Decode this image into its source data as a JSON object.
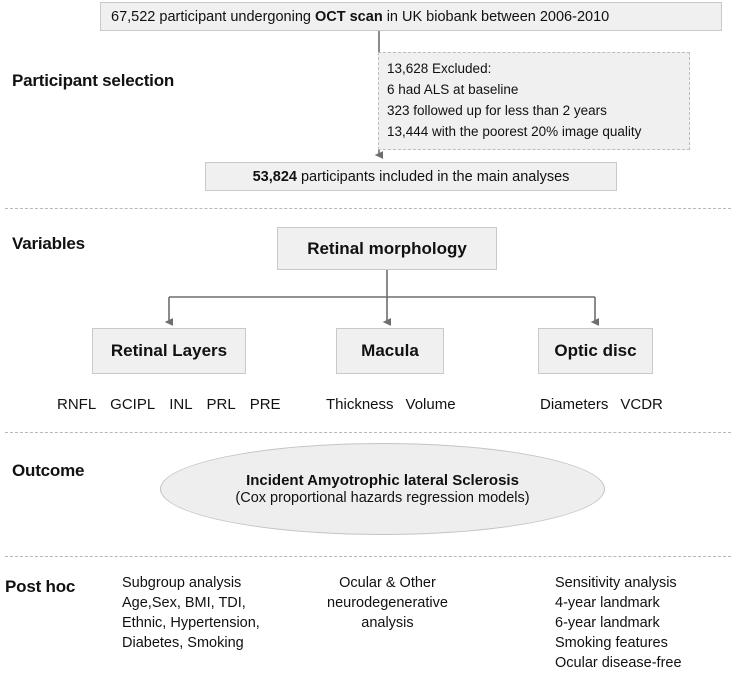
{
  "section_labels": {
    "participant_selection": "Participant selection",
    "variables": "Variables",
    "outcome": "Outcome",
    "post_hoc": "Post hoc"
  },
  "participant_selection": {
    "cohort_box": {
      "count": "67,522",
      "text_before_bold": " participant undergoning ",
      "bold": "OCT scan",
      "text_after_bold": " in UK biobank between 2006-2010"
    },
    "excluded_box": {
      "lines": [
        "13,628 Excluded:",
        "6 had ALS at baseline",
        "323 followed up for less than 2 years",
        "13,444 with the poorest 20% image quality"
      ]
    },
    "included_box": {
      "count": "53,824",
      "text": " participants included in the main analyses"
    }
  },
  "variables": {
    "root_box": "Retinal morphology",
    "child_boxes": [
      {
        "label": "Retinal Layers",
        "sublabels": [
          "RNFL",
          "GCIPL",
          "INL",
          "PRL",
          "PRE"
        ]
      },
      {
        "label": "Macula",
        "sublabels": [
          "Thickness",
          "Volume"
        ]
      },
      {
        "label": "Optic disc",
        "sublabels": [
          "Diameters",
          "VCDR"
        ]
      }
    ]
  },
  "outcome": {
    "title": "Incident Amyotrophic lateral Sclerosis",
    "subtitle": "(Cox proportional hazards regression models)"
  },
  "post_hoc": {
    "columns": [
      {
        "lines": [
          "Subgroup analysis",
          "Age,Sex, BMI, TDI,",
          "Ethnic, Hypertension,",
          "Diabetes, Smoking"
        ]
      },
      {
        "lines": [
          "Ocular & Other",
          "neurodegenerative",
          "analysis"
        ]
      },
      {
        "lines": [
          "Sensitivity analysis",
          "4-year landmark",
          "6-year landmark",
          "Smoking features",
          "Ocular disease-free"
        ]
      }
    ]
  },
  "colors": {
    "box_fill": "#f0f0f0",
    "box_border": "#c9c9c9",
    "ellipse_fill": "#eeeeee",
    "divider": "#b8b8b8",
    "connector": "#6e6e6e",
    "text": "#111111"
  }
}
